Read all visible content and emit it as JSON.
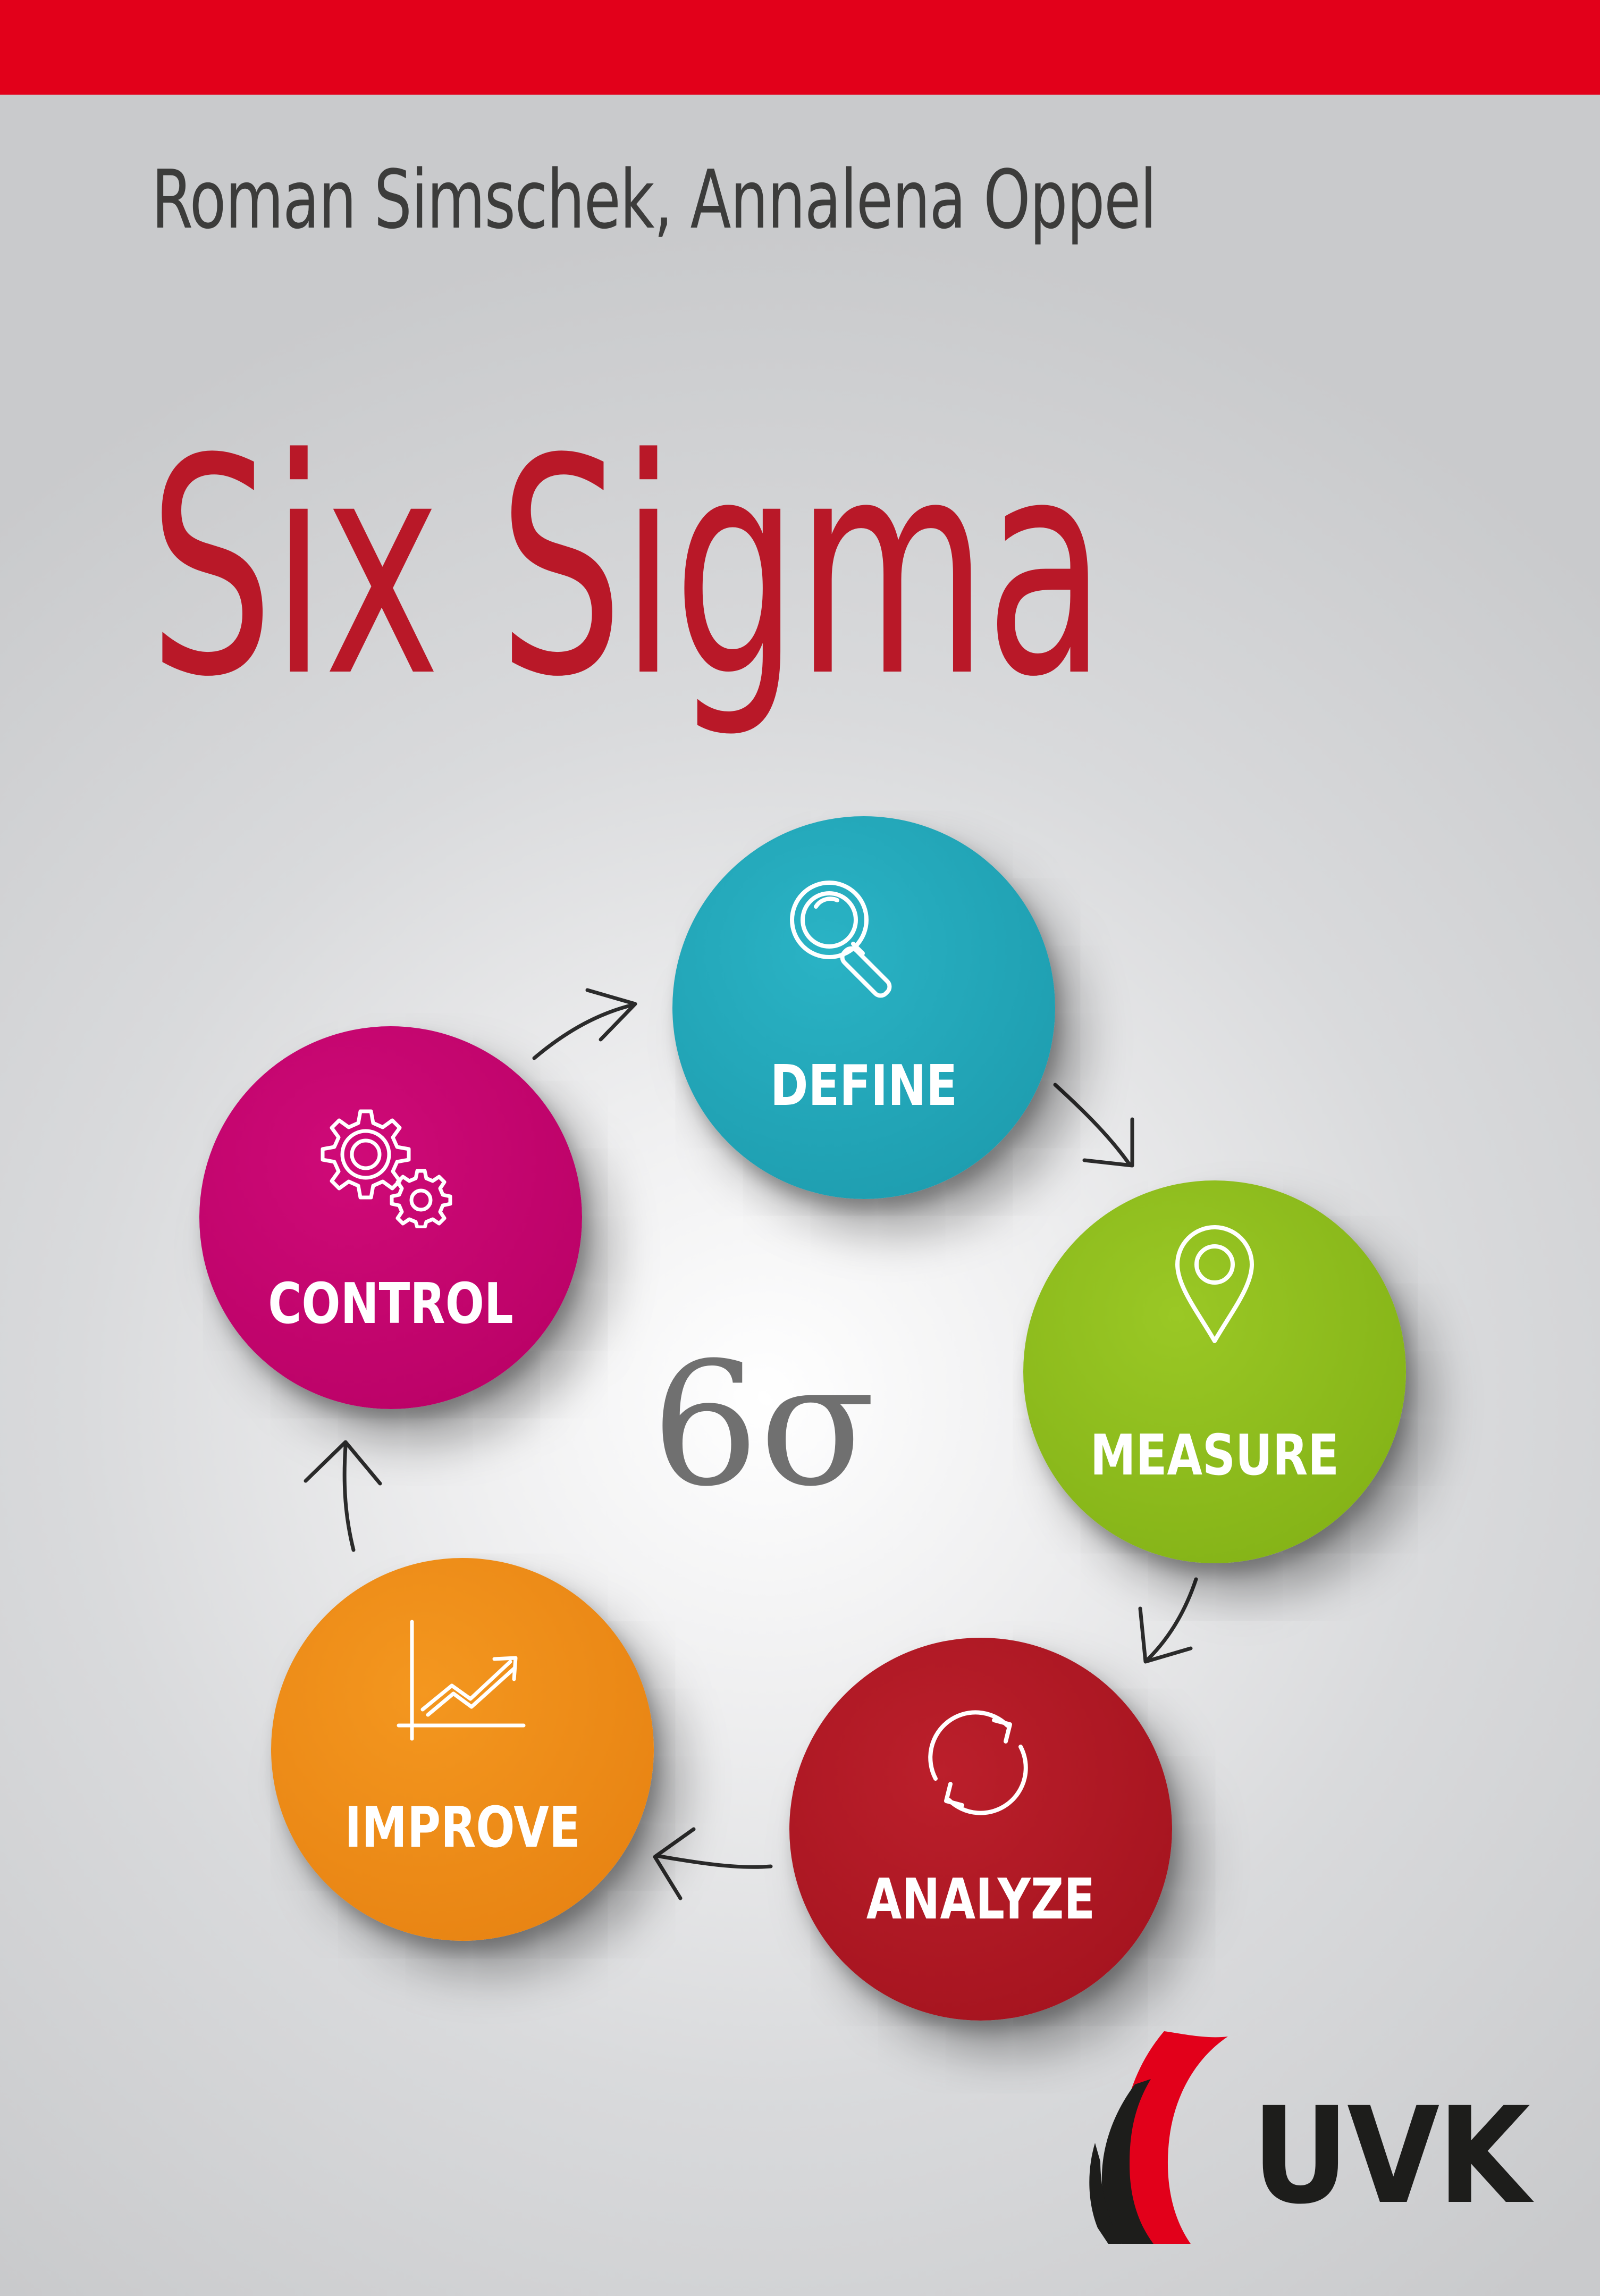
{
  "authors": "Roman Simschek, Annalena Oppel",
  "title": "Six Sigma",
  "symbol": "6σ",
  "cycle": [
    {
      "label": "DEFINE",
      "icon": "magnifier-icon",
      "color": "#1fa6b9"
    },
    {
      "label": "MEASURE",
      "icon": "location-pin-icon",
      "color": "#8cbd1a"
    },
    {
      "label": "ANALYZE",
      "icon": "refresh-icon",
      "color": "#ac1521"
    },
    {
      "label": "IMPROVE",
      "icon": "growth-chart-icon",
      "color": "#ee8a17"
    },
    {
      "label": "CONTROL",
      "icon": "gears-icon",
      "color": "#c3006b"
    }
  ],
  "publisher": "UVK",
  "colors": {
    "top_bar": "#e2001a",
    "title": "#b91828",
    "authors": "#3c3c3b",
    "sigma": "#707070"
  }
}
